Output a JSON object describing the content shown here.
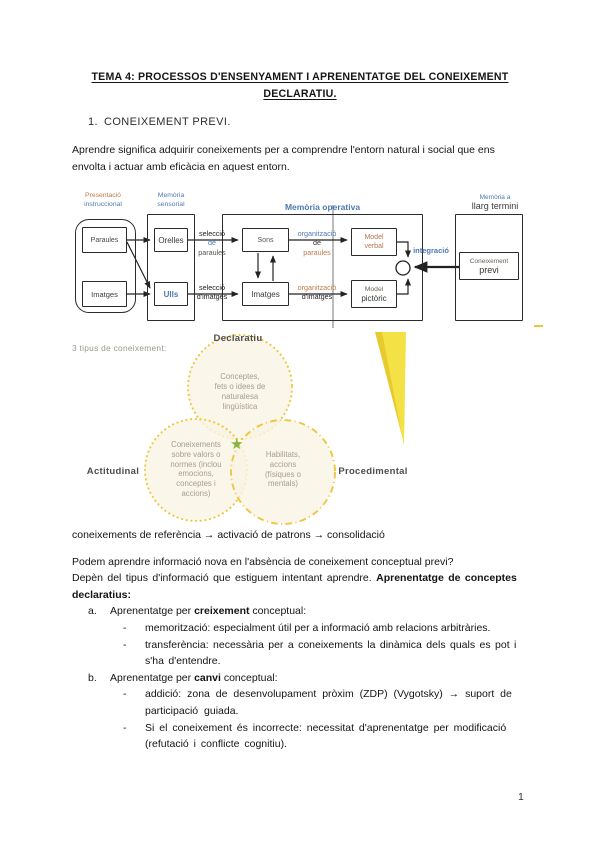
{
  "doc": {
    "title_line1": "TEMA 4: PROCESSOS D'ENSENYAMENT I APRENENTATGE DEL CONEIXEMENT",
    "title_line2": "DECLARATIU.",
    "heading1_num": "1.",
    "heading1_text": "CONEIXEMENT PREVI.",
    "intro": "Aprendre significa adquirir coneixements per a comprendre l'entorn natural i social que ens\nenvolta i actuar amb eficàcia en aquest entorn.",
    "page_number": "1"
  },
  "diagram": {
    "headers": {
      "presentacio_l1": "Presentació",
      "presentacio_l2": "instruccional",
      "sensorial": "Memòria\nsensorial",
      "operativa": "Memòria operativa",
      "llarg_l1": "Memòria a",
      "llarg_l2": "llarg termini"
    },
    "boxes": {
      "paraules": "Paraules",
      "imatges_input": "Imatges",
      "orelles": "Orelles",
      "ulls": "Ulls",
      "sons": "Sons",
      "imatges_op": "Imatges",
      "model_verbal": "Model\nverbal",
      "model_pictoric_l1": "Model",
      "model_pictoric_l2": "pictòric",
      "coneixement_l1": "Coneixement",
      "coneixement_l2": "previ"
    },
    "labels": {
      "sel_par": [
        "selecció",
        "de",
        "paraules"
      ],
      "sel_img": [
        "selecció",
        "d'imatges"
      ],
      "org_par": [
        "organització",
        "de",
        "paraules"
      ],
      "org_img": [
        "organització",
        "d'imatges"
      ],
      "integracio": "integració"
    }
  },
  "venn": {
    "caption": "3 tipus de coneixement:",
    "label_top": "Declaratiu",
    "label_left": "Actitudinal",
    "label_right": "Procedimental",
    "circle_top": "Conceptes,\nfets o idees de\nnaturalesa\nlingüística",
    "circle_left": "Coneixements\nsobre valors o\nnormes (inclou\nemocions,\nconceptes i\naccions)",
    "circle_right": "Habilitats,\naccions\n(físiques o\nmentals)",
    "star": "★"
  },
  "body": {
    "flow_line": "coneixements de referència → activació de patrons → consolidació",
    "q_line": "Podem aprendre informació nova en l'absència de coneixement conceptual previ?",
    "depen_normal": "Depèn del tipus d'informació que estiguem intentant aprendre. ",
    "depen_bold": "Aprenentatge de conceptes",
    "declaratius_bold": "declaratius:",
    "item_a_marker": "a.",
    "item_a_pre": "Aprenentatge per ",
    "item_a_bold": "creixement",
    "item_a_post": " conceptual:",
    "dash": "-",
    "sub_a1": "memorització: especialment útil per a informació amb relacions arbitràries.",
    "sub_a2": "transferència: necessària per a coneixements la dinàmica dels quals es pot i\ns'ha d'entendre.",
    "item_b_marker": "b.",
    "item_b_pre": "Aprenentatge per ",
    "item_b_bold": "canvi",
    "item_b_post": " conceptual:",
    "sub_b1": "addició: zona de desenvolupament pròxim (ZDP) (Vygotsky) → suport de\nparticipació guiada.",
    "sub_b2": "Si el coneixement és incorrecte: necessitat d'aprenentatge per modificació\n(refutació i conflicte cognitiu).",
    "page_number": "1"
  },
  "colors": {
    "diagram_blue": "#4d79b2",
    "diagram_orange": "#c07a4a",
    "venn_yellow_stroke": "#eec73e",
    "venn_fill": "#f9f4e4",
    "triangle_yellow": "#f3e146",
    "triangle_yellow_dark": "#e7cb2e",
    "star_green": "#85b440"
  }
}
